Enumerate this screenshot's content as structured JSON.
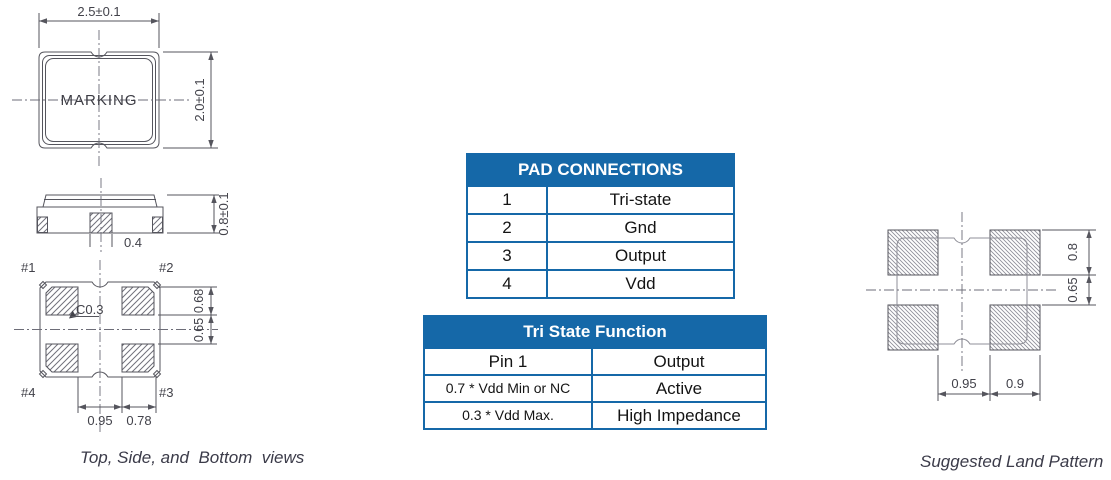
{
  "colors": {
    "accent": "#1568a8"
  },
  "drawing": {
    "top_view": {
      "marking": "MARKING",
      "width_dim": "2.5±0.1",
      "height_dim": "2.0±0.1"
    },
    "side_view": {
      "center_pad_width_dim": "0.4",
      "height_dim": "0.8±0.1"
    },
    "bottom_view": {
      "pad_labels": [
        "#1",
        "#2",
        "#3",
        "#4"
      ],
      "chamfer_dim": "C0.3",
      "pad_length_dim": "0.68",
      "pad_to_center_dim": "0.65",
      "pad_spacing_dim": "0.95",
      "pad_width_dim": "0.78"
    },
    "land_pattern": {
      "pad_length_dim": "0.8",
      "pad_gap_dim": "0.65",
      "pad_spacing_dim": "0.95",
      "pad_width_dim": "0.9"
    }
  },
  "tables": {
    "pad_connections": {
      "title": "PAD CONNECTIONS",
      "rows": [
        {
          "pad": "1",
          "connection": "Tri-state"
        },
        {
          "pad": "2",
          "connection": "Gnd"
        },
        {
          "pad": "3",
          "connection": "Output"
        },
        {
          "pad": "4",
          "connection": "Vdd"
        }
      ]
    },
    "tri_state": {
      "title": "Tri State Function",
      "columns": [
        "Pin 1",
        "Output"
      ],
      "rows": [
        {
          "pin1": "0.7 * Vdd Min or NC",
          "output": "Active"
        },
        {
          "pin1": "0.3 * Vdd Max.",
          "output": "High Impedance"
        }
      ]
    }
  },
  "captions": {
    "views_caption": "Top, Side, and  Bottom  views",
    "land_pattern_caption": "Suggested Land Pattern"
  }
}
